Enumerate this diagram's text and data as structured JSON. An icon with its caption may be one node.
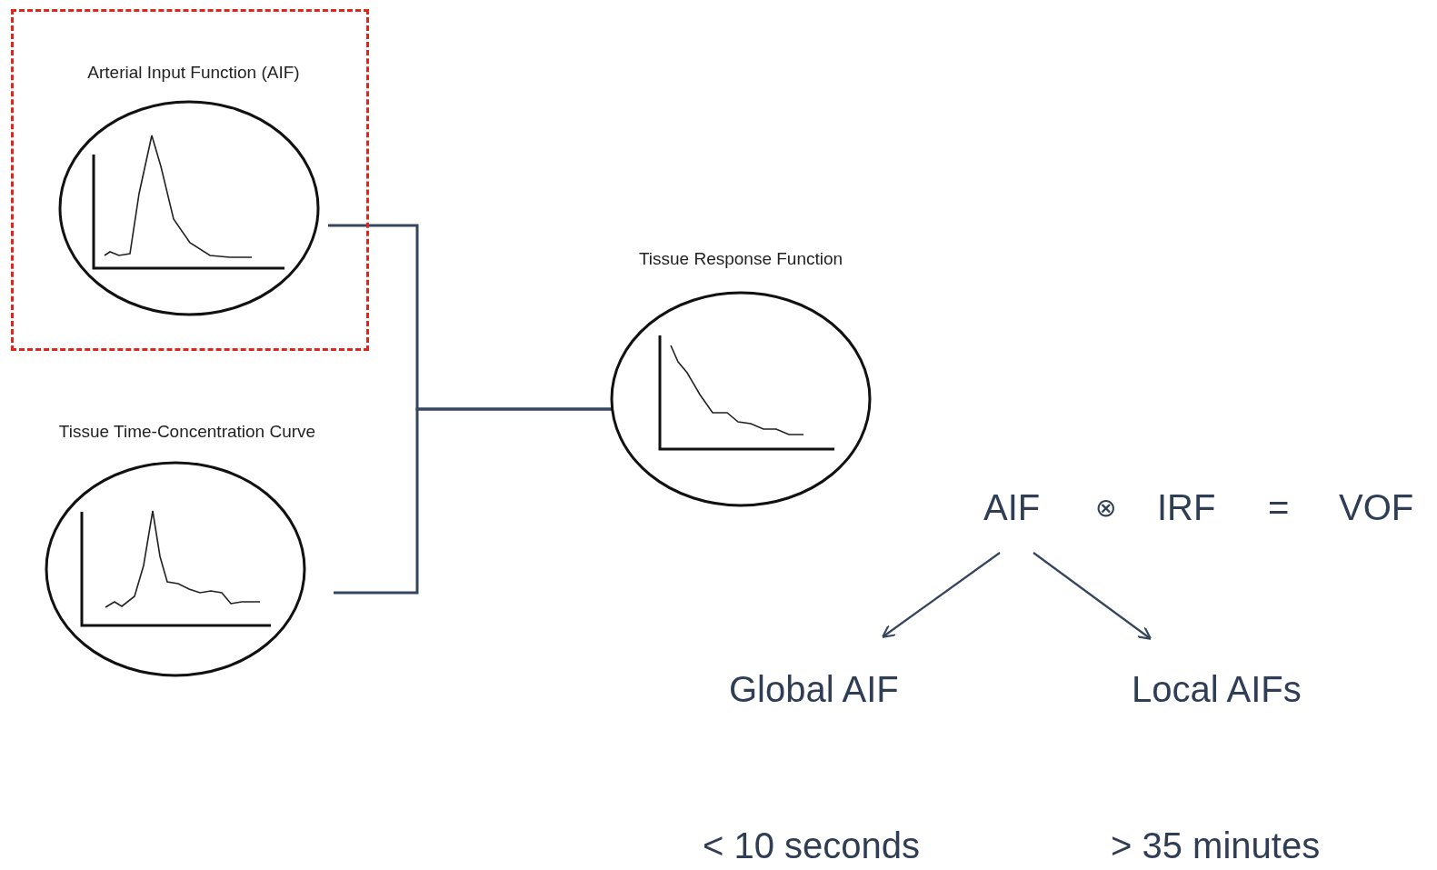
{
  "diagram": {
    "nodes": [
      {
        "text": [],
        "shape": "box"
      },
      {
        "text": [
          "Arterial Input Function (AIF)"
        ],
        "in": 0
      },
      {
        "text": [
          "Tissue Time-Concentration Curve"
        ]
      },
      {
        "text": [
          "Tissue Response Function"
        ]
      },
      {
        "text": [
          "AIF"
        ]
      },
      {
        "text": [
          "Global AIF"
        ]
      },
      {
        "text": [
          "Local AIFs"
        ]
      }
    ],
    "edges": [
      {
        "from": 1,
        "to": 3,
        "arrow": "none"
      },
      {
        "from": 2,
        "to": 3,
        "arrow": "none"
      },
      {
        "from": 4,
        "to": 5,
        "arrow": "to"
      },
      {
        "from": 4,
        "to": 6,
        "arrow": "to"
      }
    ],
    "labels": [
      "⊗",
      "IRF",
      "=",
      "VOF",
      "< 10 seconds",
      "> 35 minutes"
    ]
  }
}
